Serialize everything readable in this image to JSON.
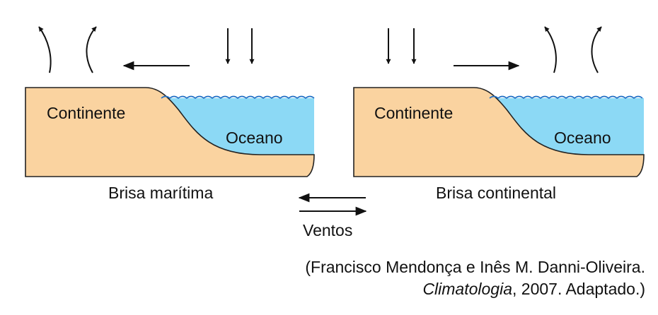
{
  "diagrams": {
    "left": {
      "land_label": "Continente",
      "sea_label": "Oceano",
      "caption": "Brisa marítima"
    },
    "right": {
      "land_label": "Continente",
      "sea_label": "Oceano",
      "caption": "Brisa continental"
    }
  },
  "legend": {
    "label": "Ventos"
  },
  "source": {
    "line1": "(Francisco Mendonça e Inês M. Danni-Oliveira.",
    "book_title": "Climatologia",
    "line2_rest": ", 2007. Adaptado.)"
  },
  "colors": {
    "land": "#FAD3A0",
    "water": "#8CD9F5",
    "wave": "#1F6FC5"
  }
}
